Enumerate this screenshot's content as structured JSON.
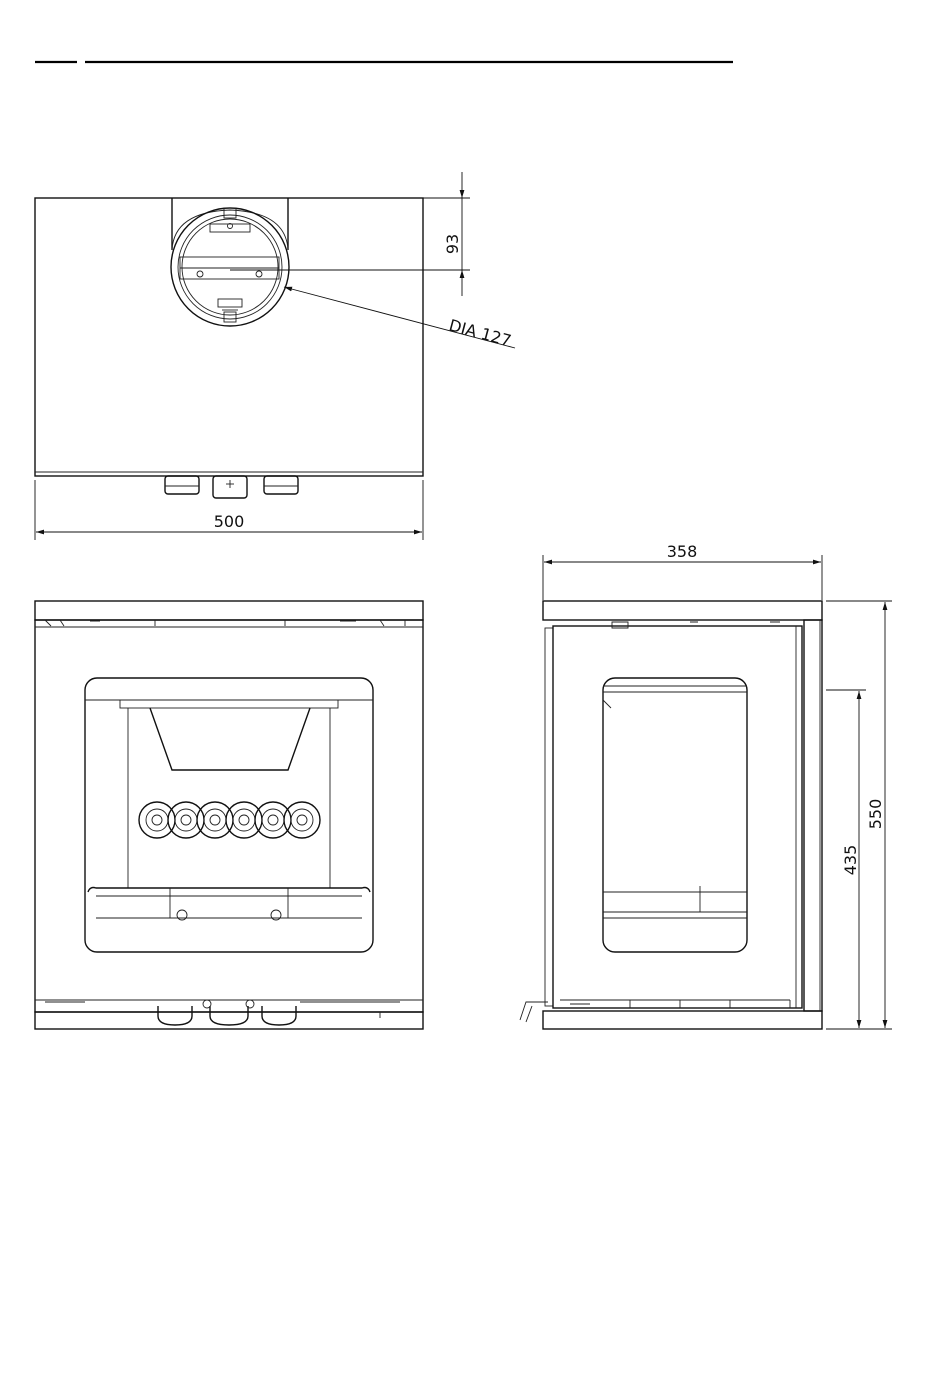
{
  "dimensions": {
    "top_offset": "93",
    "flue_diameter": "DIA 127",
    "width": "500",
    "depth": "358",
    "door_height": "435",
    "total_height": "550"
  }
}
